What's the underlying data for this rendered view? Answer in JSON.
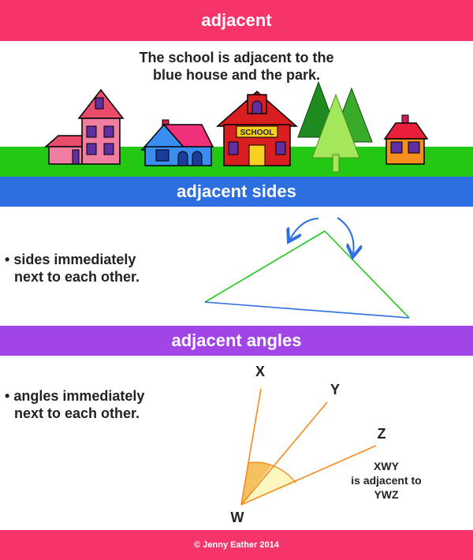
{
  "header": {
    "title": "adjacent"
  },
  "intro": {
    "line1": "The school is adjacent to the",
    "line2": "blue house and the park.",
    "school_sign": "SCHOOL"
  },
  "sides_section": {
    "title": "adjacent sides",
    "bullet": "•",
    "line1": "sides immediately",
    "line2": "next to each other."
  },
  "angles_section": {
    "title": "adjacent angles",
    "bullet": "•",
    "line1": "angles immediately",
    "line2": "next to each other.",
    "point_x": "X",
    "point_y": "Y",
    "point_z": "Z",
    "point_w": "W",
    "note_line1": "XWY",
    "note_line2": "is adjacent to",
    "note_line3": "YWZ"
  },
  "footer": {
    "copyright": "© Jenny Eather 2014"
  },
  "colors": {
    "top_band": "#f5346a",
    "sides_band": "#2d6ee0",
    "angles_band": "#a044e6",
    "grass": "#22c814",
    "angle_xwy": "#f5c060",
    "angle_ywz": "#fff7c0",
    "rays": "#f58a1e"
  }
}
